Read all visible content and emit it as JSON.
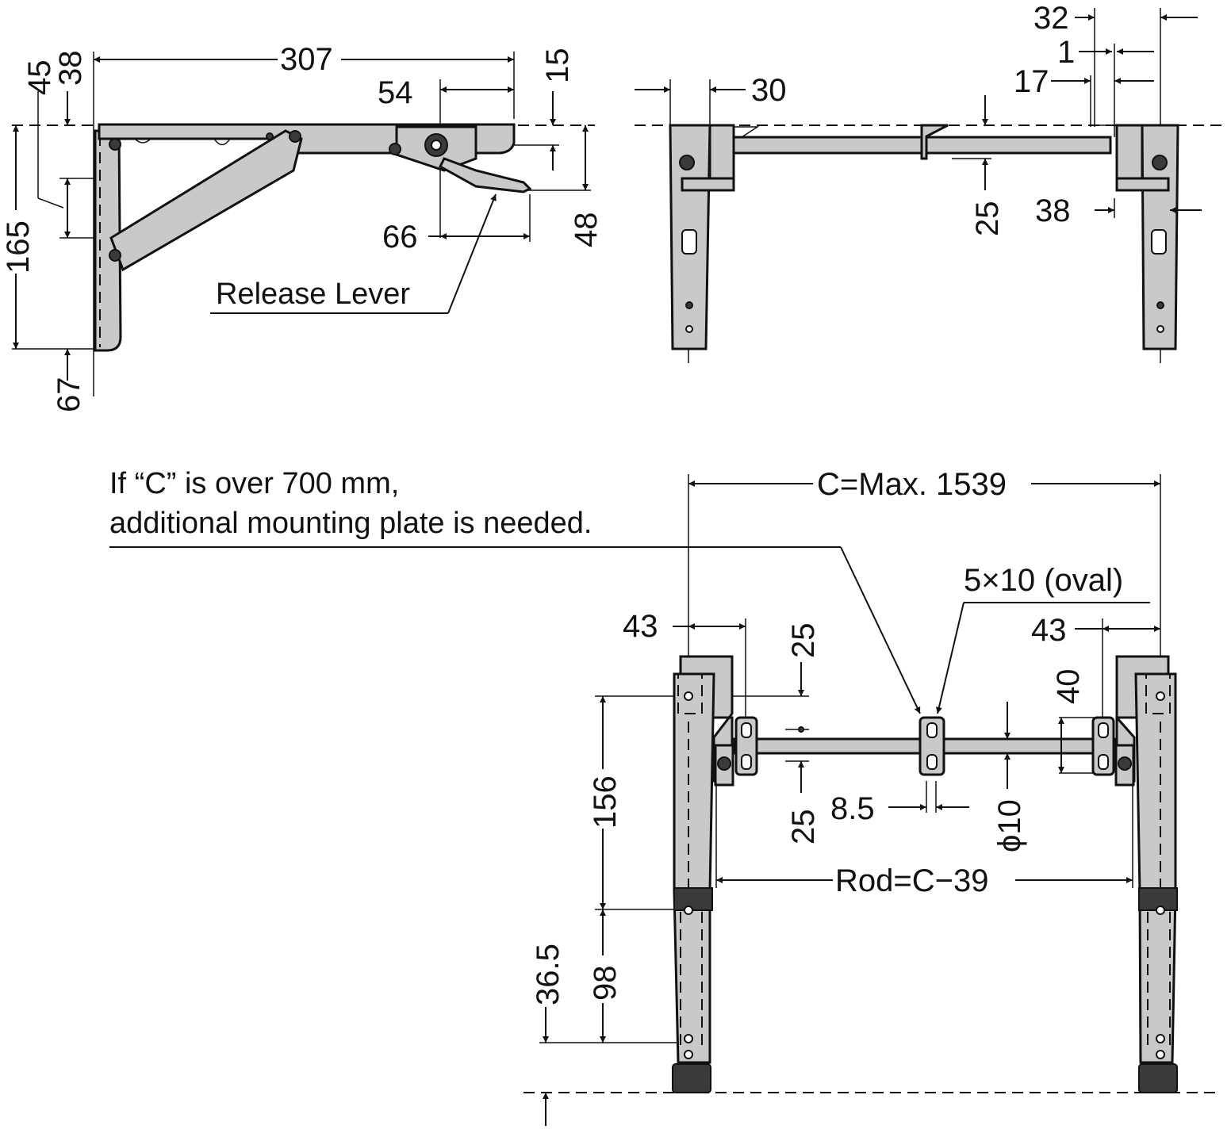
{
  "colors": {
    "metal": "#c9c9cb",
    "ink": "#111111",
    "dark": "#3a3a3a"
  },
  "side_view": {
    "dim_307": "307",
    "dim_54": "54",
    "dim_15": "15",
    "dim_45": "45",
    "dim_38": "38",
    "dim_165": "165",
    "dim_48": "48",
    "dim_66": "66",
    "dim_67": "67",
    "release_lever": "Release Lever"
  },
  "front_view": {
    "dim_30": "30",
    "dim_32": "32",
    "dim_1": "1",
    "dim_17": "17",
    "dim_25": "25",
    "dim_38": "38"
  },
  "bottom_view": {
    "note_line1": "If “C” is over 700 mm,",
    "note_line2": "additional mounting plate is needed.",
    "dim_c_max": "C=Max. 1539",
    "dim_oval": "5×10 (oval)",
    "dim_43_left": "43",
    "dim_43_right": "43",
    "dim_25_top": "25",
    "dim_25_bottom": "25",
    "dim_40": "40",
    "dim_156": "156",
    "dim_8_5": "8.5",
    "dim_phi10": "ϕ10",
    "dim_rod": "Rod=C−39",
    "dim_36_5": "36.5",
    "dim_98": "98"
  }
}
